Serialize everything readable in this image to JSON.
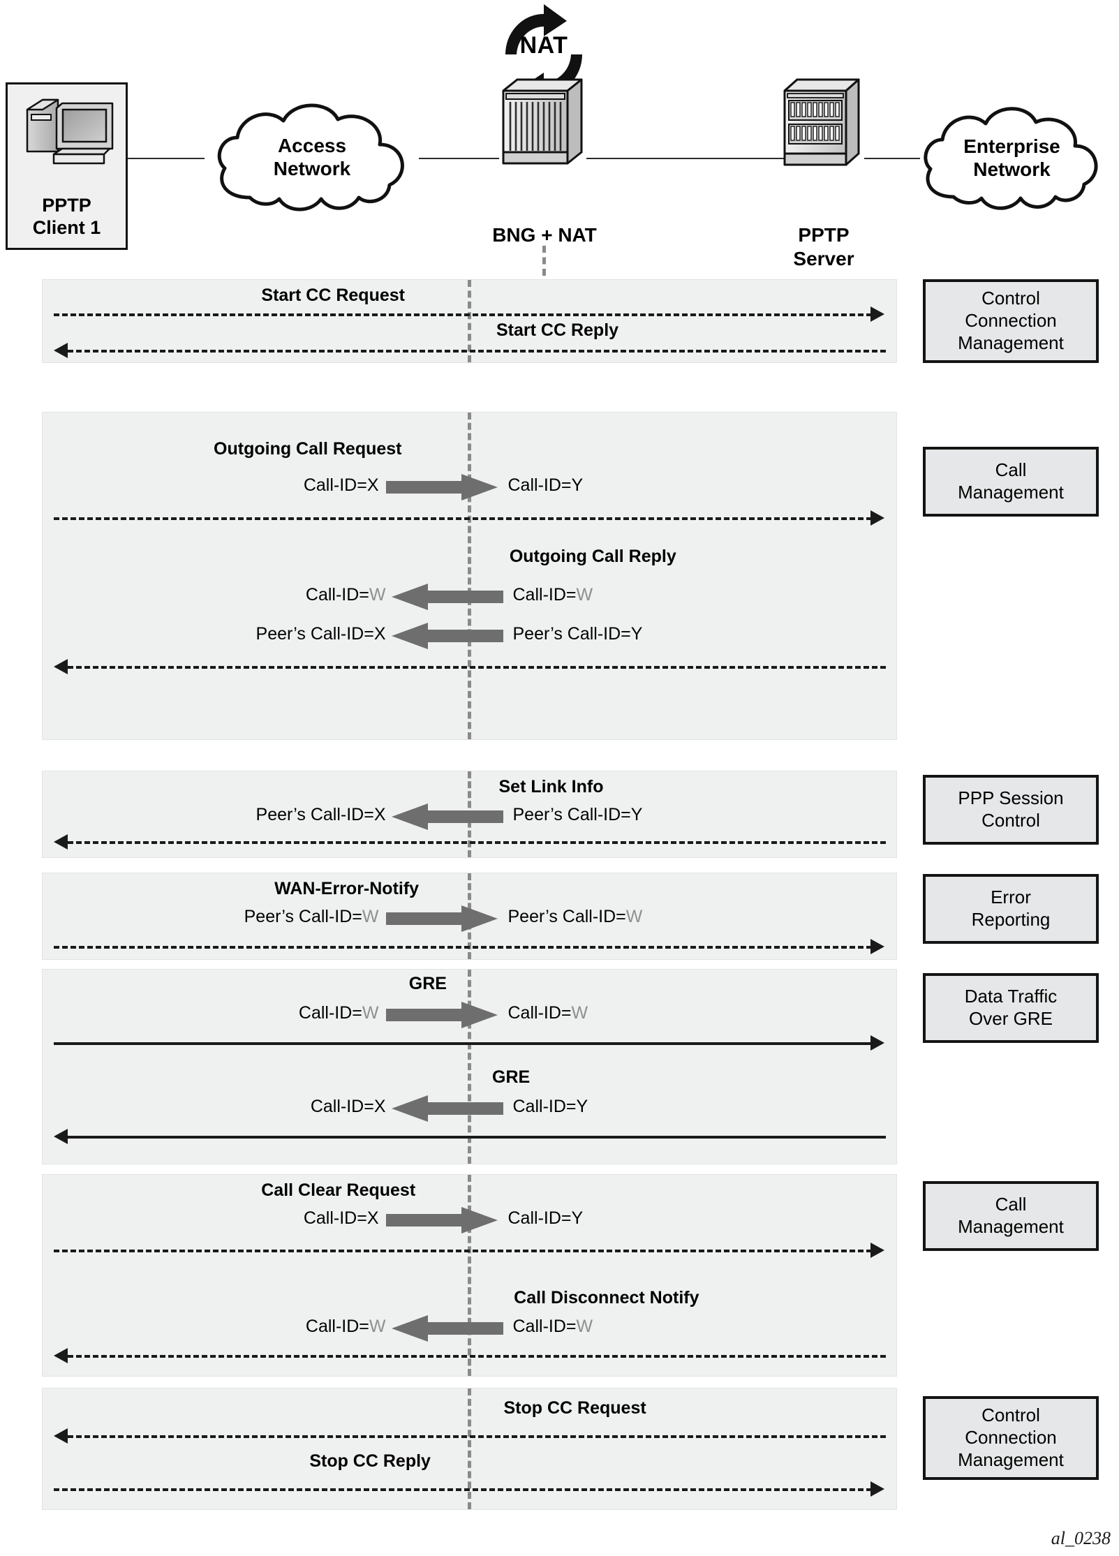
{
  "topology": {
    "client": {
      "label": "PPTP\nClient 1",
      "icon": "desktop-computer-icon"
    },
    "access_cloud": {
      "label": "Access\nNetwork"
    },
    "bng": {
      "label": "BNG + NAT",
      "icon": "router-rack-icon"
    },
    "nat": {
      "label": "NAT",
      "icon": "nat-circular-arrows-icon"
    },
    "server": {
      "label": "PPTP\nServer",
      "icon": "server-rack-icon"
    },
    "enterprise_cloud": {
      "label": "Enterprise\nNetwork"
    }
  },
  "legend_boxes": [
    {
      "label": "Control\nConnection\nManagement"
    },
    {
      "label": "Call\nManagement"
    },
    {
      "label": "PPP Session\nControl"
    },
    {
      "label": "Error\nReporting"
    },
    {
      "label": "Data Traffic\nOver GRE"
    },
    {
      "label": "Call\nManagement"
    },
    {
      "label": "Control\nConnection\nManagement"
    }
  ],
  "messages": {
    "start_cc_request": "Start CC Request",
    "start_cc_reply": "Start CC Reply",
    "outgoing_call_request": "Outgoing Call Request",
    "outgoing_call_reply": "Outgoing Call Reply",
    "set_link_info": "Set Link Info",
    "wan_error_notify": "WAN-Error-Notify",
    "gre_upstream": "GRE",
    "gre_downstream": "GRE",
    "call_clear_request": "Call Clear Request",
    "call_disconnect_notify": "Call Disconnect Notify",
    "stop_cc_request": "Stop CC Request",
    "stop_cc_reply": "Stop CC Reply"
  },
  "call_ids": {
    "ocr_left": "Call-ID=X",
    "ocr_right": "Call-ID=Y",
    "ocrep_left_id": "Call-ID=",
    "ocrep_left_val": "W",
    "ocrep_right_id": "Call-ID=",
    "ocrep_right_val": "W",
    "ocrep_peer_left": "Peer’s Call-ID=X",
    "ocrep_peer_right": "Peer’s Call-ID=Y",
    "sli_left": "Peer’s Call-ID=X",
    "sli_right": "Peer’s Call-ID=Y",
    "wen_left_id": "Peer’s Call-ID=",
    "wen_left_val": "W",
    "wen_right_id": "Peer’s Call-ID=",
    "wen_right_val": "W",
    "gre_up_left_id": "Call-ID=",
    "gre_up_left_val": "W",
    "gre_up_right_id": "Call-ID=",
    "gre_up_right_val": "W",
    "gre_dn_left": "Call-ID=X",
    "gre_dn_right": "Call-ID=Y",
    "ccr_left": "Call-ID=X",
    "ccr_right": "Call-ID=Y",
    "cdn_left_id": "Call-ID=",
    "cdn_left_val": "W",
    "cdn_right_id": "Call-ID=",
    "cdn_right_val": "W"
  },
  "caption": "al_0238",
  "colors": {
    "panel_fill": "#eff0f0",
    "legend_fill": "#e6e7e8",
    "nat_line": "#8a8a8a",
    "translate_arrow": "#6e6e6e",
    "gray_text": "#8f8f8f",
    "line": "#1a1a1a"
  }
}
